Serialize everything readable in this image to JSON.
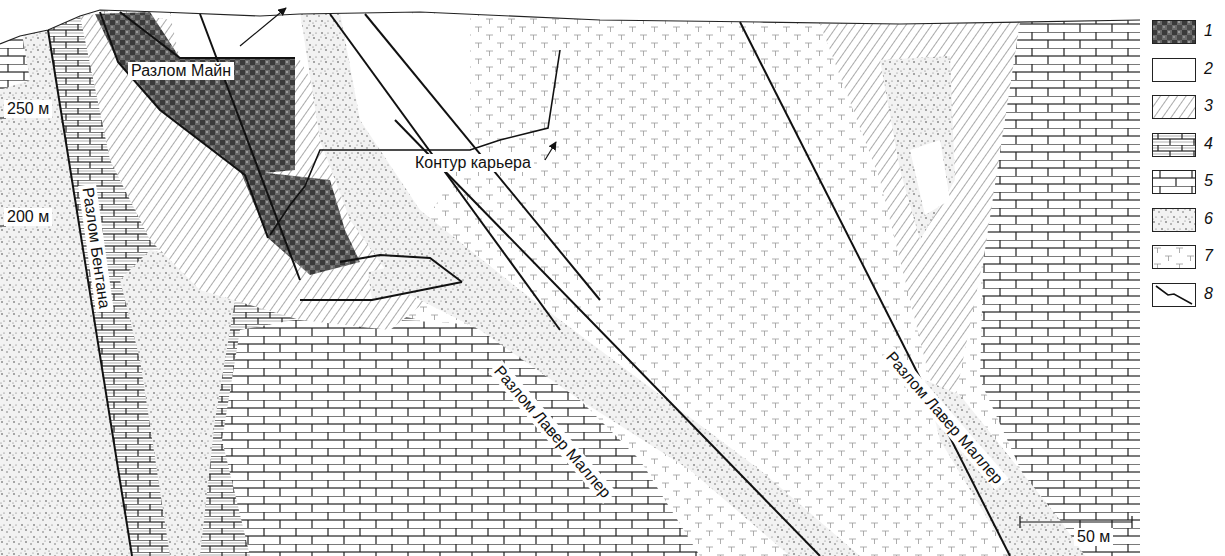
{
  "diagram": {
    "labels": [
      "Разлом Майн",
      "Контур карьера",
      "250 м",
      "200 м",
      "Разлом Бентана",
      "Разлом Лавер Маллер",
      "Разлом Лавер Маллер",
      "50 м"
    ],
    "legend": [
      {
        "text": "1"
      },
      {
        "text": "2",
        "color": "#ffffff"
      },
      {
        "text": "3"
      },
      {
        "text": "4"
      },
      {
        "text": "5"
      },
      {
        "text": "6"
      },
      {
        "text": "7"
      },
      {
        "text": "8"
      }
    ]
  }
}
